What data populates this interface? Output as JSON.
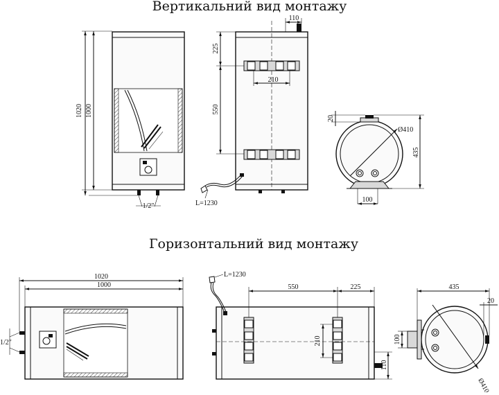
{
  "titles": {
    "vertical": "Вертикальний вид монтажу",
    "horizontal": "Горизонтальний вид монтажу"
  },
  "vertical": {
    "front": {
      "height_total": "1020",
      "height_body": "1000",
      "pipe_label": "1/2\""
    },
    "back": {
      "top_offset": "225",
      "bracket_spacing": "550",
      "bracket_width": "210",
      "top_width": "110",
      "cable_label": "L=1230"
    },
    "side": {
      "offset": "20",
      "diameter": "Ø410",
      "depth": "435",
      "base_width": "100"
    }
  },
  "horizontal": {
    "front": {
      "length_total": "1020",
      "length_body": "1000",
      "pipe_label": "1/2\""
    },
    "back": {
      "cable_label": "L=1230",
      "bracket_spacing": "550",
      "side_offset": "225",
      "bracket_width": "210",
      "edge_offset": "110"
    },
    "side": {
      "depth": "435",
      "offset": "20",
      "base_width": "100",
      "diameter": "Ø410"
    }
  }
}
